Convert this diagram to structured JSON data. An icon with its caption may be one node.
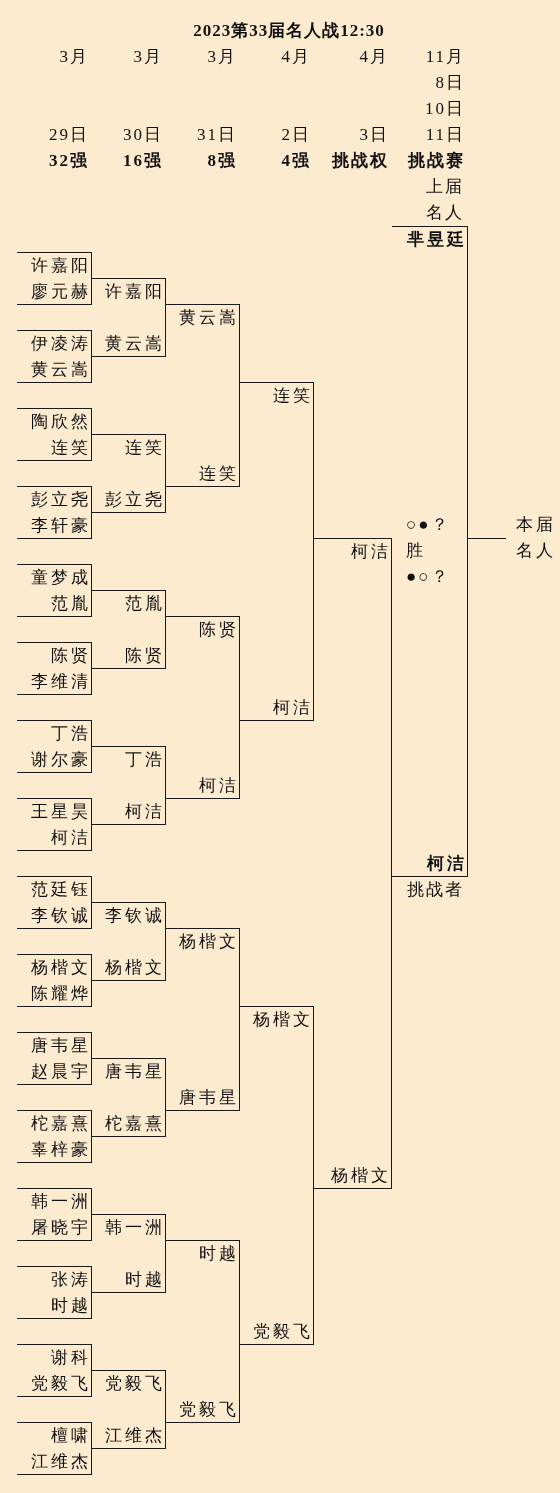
{
  "diagram": {
    "title": "2023第33届名人战12:30",
    "nodes": [
      {
        "text": [
          "许嘉阳"
        ]
      },
      {
        "text": [
          "廖元赫"
        ]
      },
      {
        "text": [
          "伊凌涛"
        ]
      },
      {
        "text": [
          "黄云嵩"
        ]
      },
      {
        "text": [
          "陶欣然"
        ]
      },
      {
        "text": [
          "连笑"
        ]
      },
      {
        "text": [
          "彭立尧"
        ]
      },
      {
        "text": [
          "李轩豪"
        ]
      },
      {
        "text": [
          "童梦成"
        ]
      },
      {
        "text": [
          "范胤"
        ]
      },
      {
        "text": [
          "陈贤"
        ]
      },
      {
        "text": [
          "李维清"
        ]
      },
      {
        "text": [
          "丁浩"
        ]
      },
      {
        "text": [
          "谢尔豪"
        ]
      },
      {
        "text": [
          "王星昊"
        ]
      },
      {
        "text": [
          "柯洁"
        ]
      },
      {
        "text": [
          "范廷钰"
        ]
      },
      {
        "text": [
          "李钦诚"
        ]
      },
      {
        "text": [
          "杨楷文"
        ]
      },
      {
        "text": [
          "陈耀烨"
        ]
      },
      {
        "text": [
          "唐韦星"
        ]
      },
      {
        "text": [
          "赵晨宇"
        ]
      },
      {
        "text": [
          "柁嘉熹"
        ]
      },
      {
        "text": [
          "辜梓豪"
        ]
      },
      {
        "text": [
          "韩一洲"
        ]
      },
      {
        "text": [
          "屠晓宇"
        ]
      },
      {
        "text": [
          "张涛"
        ]
      },
      {
        "text": [
          "时越"
        ]
      },
      {
        "text": [
          "谢科"
        ]
      },
      {
        "text": [
          "党毅飞"
        ]
      },
      {
        "text": [
          "檀啸"
        ]
      },
      {
        "text": [
          "江维杰"
        ]
      },
      {
        "text": [
          "许嘉阳"
        ]
      },
      {
        "text": [
          "黄云嵩"
        ]
      },
      {
        "text": [
          "连笑"
        ]
      },
      {
        "text": [
          "彭立尧"
        ]
      },
      {
        "text": [
          "范胤"
        ]
      },
      {
        "text": [
          "陈贤"
        ]
      },
      {
        "text": [
          "丁浩"
        ]
      },
      {
        "text": [
          "柯洁"
        ]
      },
      {
        "text": [
          "李钦诚"
        ]
      },
      {
        "text": [
          "杨楷文"
        ]
      },
      {
        "text": [
          "唐韦星"
        ]
      },
      {
        "text": [
          "柁嘉熹"
        ]
      },
      {
        "text": [
          "韩一洲"
        ]
      },
      {
        "text": [
          "时越"
        ]
      },
      {
        "text": [
          "党毅飞"
        ]
      },
      {
        "text": [
          "江维杰"
        ]
      },
      {
        "text": [
          "黄云嵩"
        ]
      },
      {
        "text": [
          "连笑"
        ]
      },
      {
        "text": [
          "陈贤"
        ]
      },
      {
        "text": [
          "柯洁"
        ]
      },
      {
        "text": [
          "杨楷文"
        ]
      },
      {
        "text": [
          "唐韦星"
        ]
      },
      {
        "text": [
          "时越"
        ]
      },
      {
        "text": [
          "党毅飞"
        ]
      },
      {
        "text": [
          "连笑"
        ]
      },
      {
        "text": [
          "柯洁"
        ]
      },
      {
        "text": [
          "杨楷文"
        ]
      },
      {
        "text": [
          "党毅飞"
        ]
      },
      {
        "text": [
          "柯洁"
        ]
      },
      {
        "text": [
          "杨楷文"
        ]
      },
      {
        "text": [
          "芈昱廷"
        ],
        "beside": [
          "上届名人"
        ]
      },
      {
        "text": [
          "柯洁"
        ],
        "beside": [
          "挑战者"
        ]
      },
      {
        "text": [
          "本届名人"
        ]
      }
    ],
    "edges": [
      {
        "from": 0,
        "to": 32,
        "arrow": "none"
      },
      {
        "from": 1,
        "to": 32,
        "arrow": "none"
      },
      {
        "from": 2,
        "to": 33,
        "arrow": "none"
      },
      {
        "from": 3,
        "to": 33,
        "arrow": "none"
      },
      {
        "from": 4,
        "to": 34,
        "arrow": "none"
      },
      {
        "from": 5,
        "to": 34,
        "arrow": "none"
      },
      {
        "from": 6,
        "to": 35,
        "arrow": "none"
      },
      {
        "from": 7,
        "to": 35,
        "arrow": "none"
      },
      {
        "from": 8,
        "to": 36,
        "arrow": "none"
      },
      {
        "from": 9,
        "to": 36,
        "arrow": "none"
      },
      {
        "from": 10,
        "to": 37,
        "arrow": "none"
      },
      {
        "from": 11,
        "to": 37,
        "arrow": "none"
      },
      {
        "from": 12,
        "to": 38,
        "arrow": "none"
      },
      {
        "from": 13,
        "to": 38,
        "arrow": "none"
      },
      {
        "from": 14,
        "to": 39,
        "arrow": "none"
      },
      {
        "from": 15,
        "to": 39,
        "arrow": "none"
      },
      {
        "from": 16,
        "to": 40,
        "arrow": "none"
      },
      {
        "from": 17,
        "to": 40,
        "arrow": "none"
      },
      {
        "from": 18,
        "to": 41,
        "arrow": "none"
      },
      {
        "from": 19,
        "to": 41,
        "arrow": "none"
      },
      {
        "from": 20,
        "to": 42,
        "arrow": "none"
      },
      {
        "from": 21,
        "to": 42,
        "arrow": "none"
      },
      {
        "from": 22,
        "to": 43,
        "arrow": "none"
      },
      {
        "from": 23,
        "to": 43,
        "arrow": "none"
      },
      {
        "from": 24,
        "to": 44,
        "arrow": "none"
      },
      {
        "from": 25,
        "to": 44,
        "arrow": "none"
      },
      {
        "from": 26,
        "to": 45,
        "arrow": "none"
      },
      {
        "from": 27,
        "to": 45,
        "arrow": "none"
      },
      {
        "from": 28,
        "to": 46,
        "arrow": "none"
      },
      {
        "from": 29,
        "to": 46,
        "arrow": "none"
      },
      {
        "from": 30,
        "to": 47,
        "arrow": "none"
      },
      {
        "from": 31,
        "to": 47,
        "arrow": "none"
      },
      {
        "from": 32,
        "to": 48,
        "arrow": "none"
      },
      {
        "from": 33,
        "to": 48,
        "arrow": "none"
      },
      {
        "from": 34,
        "to": 49,
        "arrow": "none"
      },
      {
        "from": 35,
        "to": 49,
        "arrow": "none"
      },
      {
        "from": 36,
        "to": 50,
        "arrow": "none"
      },
      {
        "from": 37,
        "to": 50,
        "arrow": "none"
      },
      {
        "from": 38,
        "to": 51,
        "arrow": "none"
      },
      {
        "from": 39,
        "to": 51,
        "arrow": "none"
      },
      {
        "from": 40,
        "to": 52,
        "arrow": "none"
      },
      {
        "from": 41,
        "to": 52,
        "arrow": "none"
      },
      {
        "from": 42,
        "to": 53,
        "arrow": "none"
      },
      {
        "from": 43,
        "to": 53,
        "arrow": "none"
      },
      {
        "from": 44,
        "to": 54,
        "arrow": "none"
      },
      {
        "from": 45,
        "to": 54,
        "arrow": "none"
      },
      {
        "from": 46,
        "to": 55,
        "arrow": "none"
      },
      {
        "from": 47,
        "to": 55,
        "arrow": "none"
      },
      {
        "from": 48,
        "to": 56,
        "arrow": "none"
      },
      {
        "from": 49,
        "to": 56,
        "arrow": "none"
      },
      {
        "from": 50,
        "to": 57,
        "arrow": "none"
      },
      {
        "from": 51,
        "to": 57,
        "arrow": "none"
      },
      {
        "from": 52,
        "to": 58,
        "arrow": "none"
      },
      {
        "from": 53,
        "to": 58,
        "arrow": "none"
      },
      {
        "from": 54,
        "to": 59,
        "arrow": "none"
      },
      {
        "from": 55,
        "to": 59,
        "arrow": "none"
      },
      {
        "from": 56,
        "to": 60,
        "arrow": "none"
      },
      {
        "from": 57,
        "to": 60,
        "arrow": "none"
      },
      {
        "from": 58,
        "to": 61,
        "arrow": "none"
      },
      {
        "from": 59,
        "to": 61,
        "arrow": "none"
      },
      {
        "from": 60,
        "to": 63,
        "arrow": "none"
      },
      {
        "from": 61,
        "to": 63,
        "arrow": "none"
      },
      {
        "from": 62,
        "to": 64,
        "arrow": "none"
      },
      {
        "from": 63,
        "to": 64,
        "arrow": "none"
      }
    ],
    "labels": [
      "3月",
      "3月",
      "3月",
      "4月",
      "4月",
      "11月",
      "8日",
      "10日",
      "29日",
      "30日",
      "31日",
      "2日",
      "3日",
      "11日",
      "32强",
      "16强",
      "8强",
      "4强",
      "挑战权",
      "挑战赛",
      "○●？",
      "胜",
      "●○？"
    ]
  }
}
